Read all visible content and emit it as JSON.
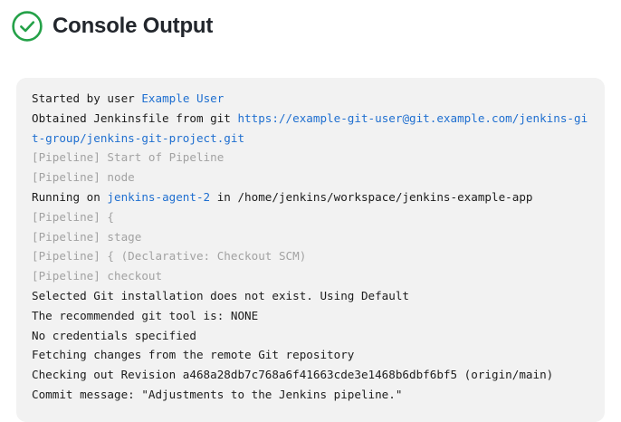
{
  "header": {
    "title": "Console Output",
    "status_icon": "check-circle-icon",
    "status_color": "#24a148"
  },
  "colors": {
    "panel_background": "#f2f2f2",
    "page_background": "#ffffff",
    "text": "#1c1c1c",
    "muted_text": "#a2a2a2",
    "link": "#1f6fd0",
    "success_green": "#24a148",
    "title": "#22262c"
  },
  "console": {
    "lines": [
      {
        "muted": false,
        "segments": [
          {
            "kind": "plain",
            "text": "Started by user "
          },
          {
            "kind": "link",
            "text": "Example User"
          }
        ]
      },
      {
        "muted": false,
        "segments": [
          {
            "kind": "plain",
            "text": "Obtained Jenkinsfile from git "
          },
          {
            "kind": "link",
            "text": "https://example-git-user@git.example.com/jenkins-git-group/jenkins-git-project.git"
          }
        ]
      },
      {
        "muted": true,
        "segments": [
          {
            "kind": "plain",
            "text": "[Pipeline] Start of Pipeline"
          }
        ]
      },
      {
        "muted": true,
        "segments": [
          {
            "kind": "plain",
            "text": "[Pipeline] node"
          }
        ]
      },
      {
        "muted": false,
        "segments": [
          {
            "kind": "plain",
            "text": "Running on "
          },
          {
            "kind": "link",
            "text": "jenkins-agent-2"
          },
          {
            "kind": "plain",
            "text": " in /home/jenkins/workspace/jenkins-example-app"
          }
        ]
      },
      {
        "muted": true,
        "segments": [
          {
            "kind": "plain",
            "text": "[Pipeline] {"
          }
        ]
      },
      {
        "muted": true,
        "segments": [
          {
            "kind": "plain",
            "text": "[Pipeline] stage"
          }
        ]
      },
      {
        "muted": true,
        "segments": [
          {
            "kind": "plain",
            "text": "[Pipeline] { (Declarative: Checkout SCM)"
          }
        ]
      },
      {
        "muted": true,
        "segments": [
          {
            "kind": "plain",
            "text": "[Pipeline] checkout"
          }
        ]
      },
      {
        "muted": false,
        "segments": [
          {
            "kind": "plain",
            "text": "Selected Git installation does not exist. Using Default"
          }
        ]
      },
      {
        "muted": false,
        "segments": [
          {
            "kind": "plain",
            "text": "The recommended git tool is: NONE"
          }
        ]
      },
      {
        "muted": false,
        "segments": [
          {
            "kind": "plain",
            "text": "No credentials specified"
          }
        ]
      },
      {
        "muted": false,
        "segments": [
          {
            "kind": "plain",
            "text": "Fetching changes from the remote Git repository"
          }
        ]
      },
      {
        "muted": false,
        "segments": [
          {
            "kind": "plain",
            "text": "Checking out Revision a468a28db7c768a6f41663cde3e1468b6dbf6bf5 (origin/main)"
          }
        ]
      },
      {
        "muted": false,
        "segments": [
          {
            "kind": "plain",
            "text": "Commit message: \"Adjustments to the Jenkins pipeline.\""
          }
        ]
      }
    ]
  }
}
